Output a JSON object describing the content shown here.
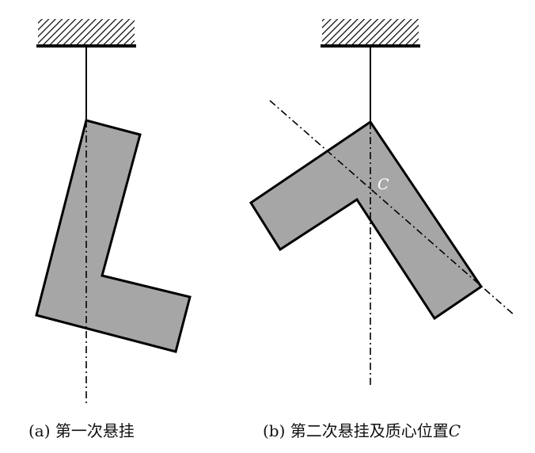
{
  "captions": {
    "a": "(a) 第一次悬挂",
    "b_prefix": "(b) 第二次悬挂及质心位置",
    "b_suffix": "C"
  },
  "labels": {
    "centroid": "C"
  },
  "colors": {
    "shape_fill": "#a6a6a6",
    "stroke": "#000000",
    "background": "#ffffff"
  }
}
